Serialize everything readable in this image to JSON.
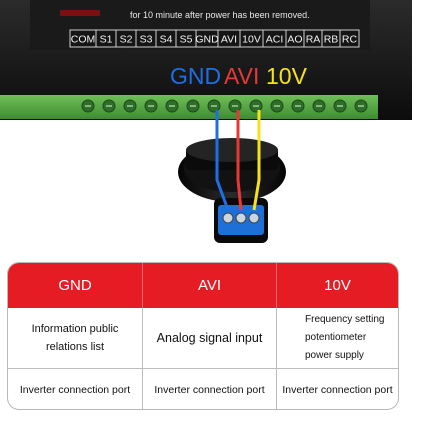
{
  "photo": {
    "warning_text": "for 10 minute after power has been removed.",
    "terminal_labels": [
      "COM",
      "S1",
      "S2",
      "S3",
      "S4",
      "S5",
      "GND",
      "AVI",
      "10V",
      "ACI",
      "AO",
      "RA",
      "RB",
      "RC"
    ],
    "wire_labels": [
      {
        "text": "GND",
        "color": "#1e6ee6"
      },
      {
        "text": "AVI",
        "color": "#e53935"
      },
      {
        "text": "10V",
        "color": "#f6e21a"
      }
    ]
  },
  "table": {
    "headers": [
      "GND",
      "AVI",
      "10V"
    ],
    "descriptions": [
      [
        "Information public",
        "relations list"
      ],
      [
        "Analog signal input"
      ],
      [
        "Frequency setting",
        "potentiometer",
        "power supply"
      ]
    ],
    "connections": [
      "Inverter connection port",
      "Inverter connection port",
      "Inverter connection port"
    ],
    "header_color": "#e51c23"
  }
}
